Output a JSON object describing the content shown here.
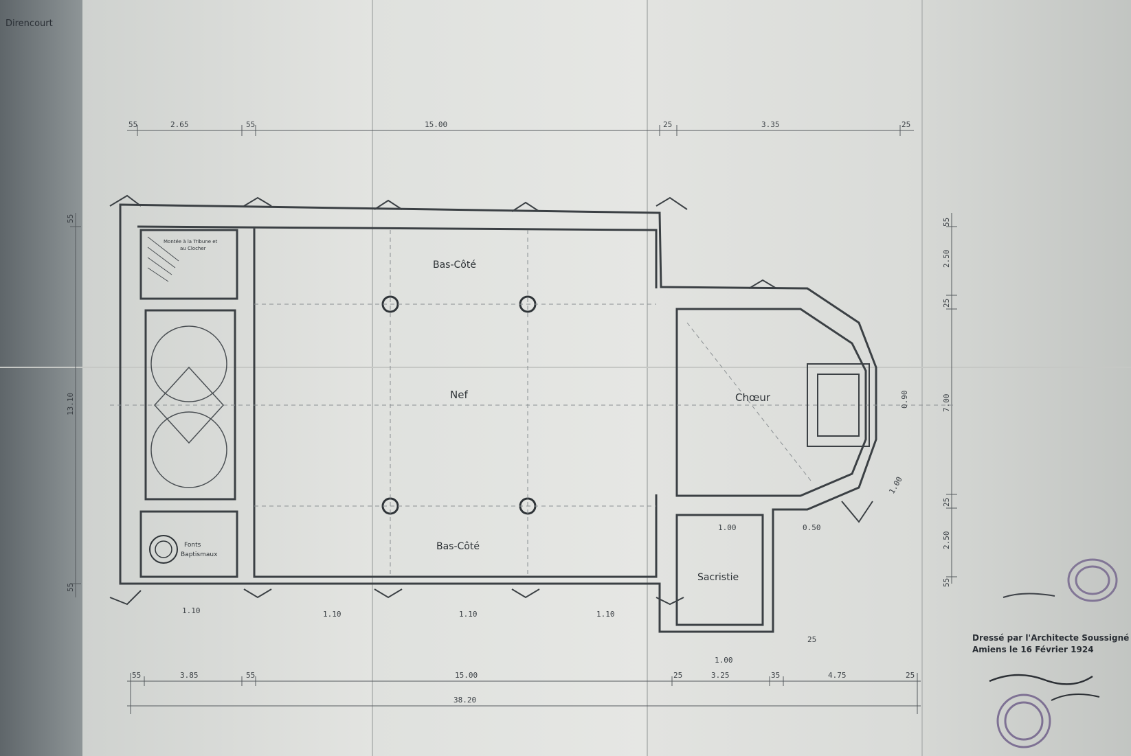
{
  "corner_label": "Direncourt",
  "rooms": {
    "bas_cote_north": "Bas-Côté",
    "bas_cote_south": "Bas-Côté",
    "nef": "Nef",
    "choeur": "Chœur",
    "sacristie": "Sacristie",
    "fonts": [
      "Fonts",
      "Baptismaux"
    ],
    "montee": [
      "Montée à la Tribune et",
      "au Clocher"
    ]
  },
  "dimensions": {
    "top": [
      "55",
      "2.65",
      "55",
      "15.00",
      "25",
      "3.35",
      "25"
    ],
    "bottom": [
      "55",
      "3.85",
      "55",
      "15.00",
      "25",
      "3.25",
      "35",
      "4.75",
      "25"
    ],
    "total": "38.20",
    "left_vertical": [
      "55",
      "13.10",
      "55"
    ],
    "right_vertical": [
      "55",
      "2.50",
      "25",
      "7.00",
      "25",
      "2.50",
      "55"
    ],
    "small": [
      "1.10",
      "1.10",
      "1.10",
      "1.10",
      "1.00",
      "1.00",
      "0.50",
      "0.90",
      "25",
      "1.00"
    ]
  },
  "signature_note": {
    "line1": "Dressé par l'Architecte Soussigné DRU",
    "line2": "Amiens le 16 Février 1924"
  }
}
